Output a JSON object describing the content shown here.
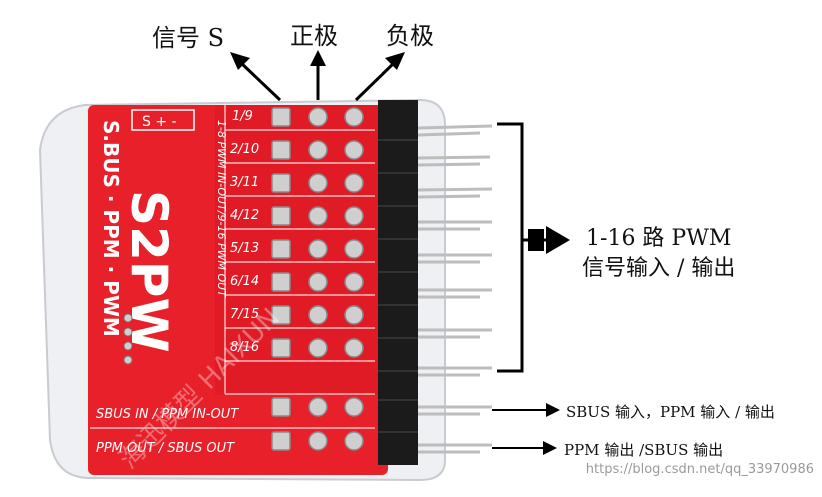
{
  "annotations": {
    "signal_label": "信号 S",
    "positive_label": "正极",
    "negative_label": "负极",
    "pwm_label_line1": "1-16 路 PWM",
    "pwm_label_line2": "信号输入 / 输出",
    "sbus_in_label": "SBUS 输入，PPM 输入 / 输出",
    "ppm_out_label": "PPM 输出 /SBUS 输出"
  },
  "board": {
    "model": "S2PW",
    "side_text": "S.BUS · PPM · PWM",
    "silk_header": "S + -",
    "vertical_text": "1-8 PWM IN-OUT/9-16 PWM OUT",
    "channels": [
      "1/9",
      "2/10",
      "3/11",
      "4/12",
      "5/13",
      "6/14",
      "7/15",
      "8/16"
    ],
    "sbus_row": "SBUS IN / PPM IN-OUT",
    "ppm_row": "PPM OUT / SBUS OUT",
    "overlay_watermark": "海迅模型 HAIXUN"
  },
  "footer": {
    "watermark_url": "https://blog.csdn.net/qq_33970986"
  },
  "colors": {
    "board_red": "#e8202a",
    "board_dark_red": "#c3131c",
    "pad_silver": "#cfcfcf",
    "header_black": "#1b1b1b",
    "pin_metal": "#bdbdbd",
    "case_clear": "#eef0f3"
  },
  "icons": [
    "arrow-up-left-icon",
    "arrow-up-icon",
    "arrow-up-right-icon",
    "bracket-arrow-icon",
    "arrow-right-icon"
  ]
}
